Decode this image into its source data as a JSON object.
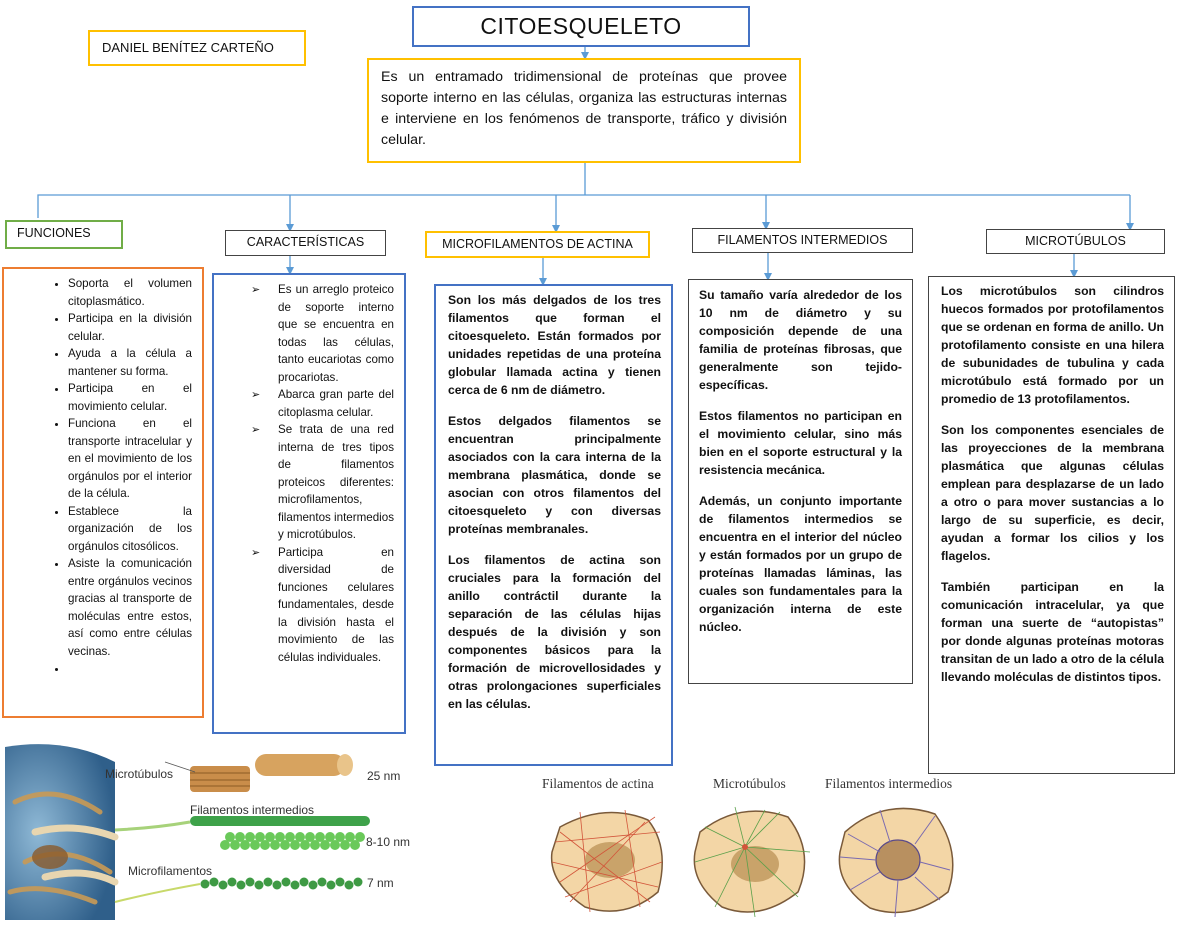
{
  "title": "CITOESQUELETO",
  "author": "DANIEL BENÍTEZ CARTEÑO",
  "definition": "Es un entramado tridimensional de proteínas que provee soporte interno en las células, organiza las estructuras internas e interviene en los fenómenos de transporte, tráfico y división celular.",
  "categories": {
    "funciones": "FUNCIONES",
    "caracteristicas": "CARACTERÍSTICAS",
    "microfilamentos": "MICROFILAMENTOS DE ACTINA",
    "filamentos_intermedios": "FILAMENTOS  INTERMEDIOS",
    "microtubulos": "MICROTÚBULOS"
  },
  "funciones_items": [
    "Soporta el volumen citoplasmático.",
    "Participa en la división celular.",
    "Ayuda a la célula a mantener su forma.",
    "Participa en el movimiento celular.",
    "Funciona en el transporte intracelular y en el movimiento de los orgánulos por el interior de la célula.",
    "Establece la organización de los orgánulos citosólicos.",
    "Asiste la comunicación entre orgánulos vecinos gracias al transporte de moléculas entre estos, así como entre células vecinas.",
    ""
  ],
  "caracteristicas_items": [
    "Es un arreglo proteico de soporte interno que se encuentra en todas las células, tanto eucariotas como procariotas.",
    "Abarca gran parte del citoplasma celular.",
    "Se trata de una red interna de tres tipos de filamentos proteicos diferentes: microfilamentos, filamentos intermedios y microtúbulos.",
    "Participa en diversidad de funciones celulares fundamentales, desde la división hasta el movimiento de las células individuales."
  ],
  "microfilamentos_paragraphs": [
    "Son los más delgados de los tres filamentos que forman el citoesqueleto. Están formados por unidades repetidas de una proteína globular llamada actina y tienen cerca de 6 nm de diámetro.",
    "Estos delgados filamentos se encuentran principalmente asociados con la cara interna de la membrana plasmática, donde se asocian con otros filamentos del citoesqueleto y con diversas proteínas membranales.",
    "Los filamentos de actina son cruciales para la formación del anillo contráctil durante la separación de las células hijas después de la división y son componentes básicos para la formación de microvellosidades y otras prolongaciones superficiales en las células."
  ],
  "filamentos_intermedios_paragraphs": [
    "Su tamaño varía alrededor de los 10 nm de diámetro y su composición depende de una familia de proteínas fibrosas, que generalmente son tejido-específicas.",
    "Estos filamentos no participan en el movimiento celular, sino más bien en el soporte estructural y la resistencia mecánica.",
    "Además, un conjunto importante de filamentos intermedios se encuentra en el interior del núcleo y están formados por un grupo de proteínas llamadas láminas, las cuales son fundamentales para la organización interna de este núcleo."
  ],
  "microtubulos_paragraphs": [
    "Los microtúbulos son cilindros huecos formados por protofilamentos que se ordenan en forma de anillo. Un protofilamento consiste en una hilera de subunidades de tubulina y cada microtúbulo está formado por un promedio de 13 protofilamentos.",
    "Son los componentes esenciales de las proyecciones de la membrana plasmática que algunas células emplean para desplazarse de un lado a otro o para mover sustancias a lo largo de su superficie, es decir, ayudan a formar los cilios y los flagelos.",
    "También participan en la comunicación intracelular, ya que forman una suerte de “autopistas” por donde algunas proteínas motoras transitan de un lado a otro de la célula llevando moléculas de distintos tipos."
  ],
  "figure_labels": {
    "microtubulos": "Microtúbulos",
    "size_25": "25 nm",
    "filamentos_intermedios": "Filamentos intermedios",
    "size_8_10": "8-10 nm",
    "microfilamentos": "Microfilamentos",
    "size_7": "7 nm"
  },
  "cell_labels": {
    "actina": "Filamentos de actina",
    "microtubulos": "Microtúbulos",
    "intermedios": "Filamentos intermedios"
  },
  "colors": {
    "blue": "#4472c4",
    "gold": "#ffc000",
    "green": "#70ad47",
    "orange": "#ed7d31",
    "arrow": "#5b9bd5"
  }
}
